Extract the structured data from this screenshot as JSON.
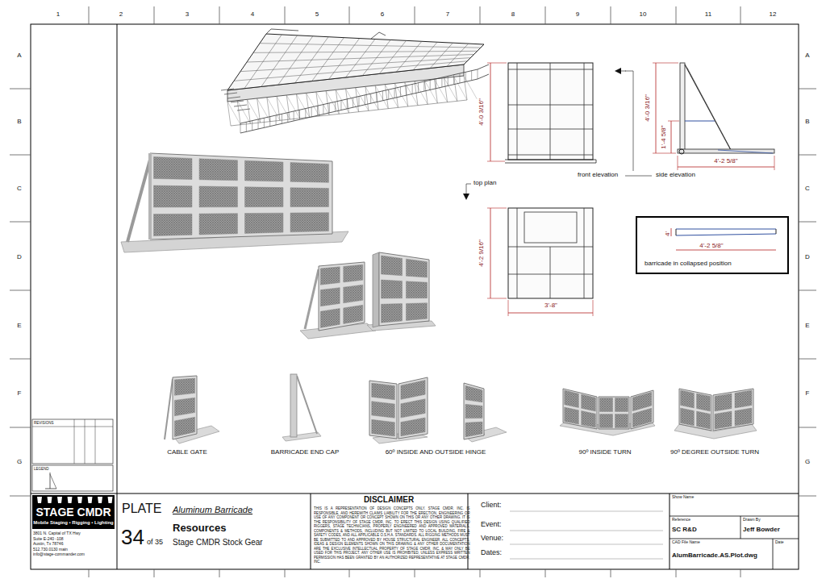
{
  "diagram": {
    "nodes": [
      {
        "text": [
          "4'",
          "4'-2 5/8\"",
          "barricade in collapsed position"
        ]
      }
    ],
    "labels": [
      "1",
      "2",
      "3",
      "4",
      "5",
      "6",
      "7",
      "8",
      "9",
      "10",
      "11",
      "12",
      "A",
      "B",
      "C",
      "D",
      "E",
      "F",
      "G",
      "A",
      "B",
      "C",
      "D",
      "E",
      "F",
      "G",
      "4'-0 3/16\"",
      "front elevation",
      "4'-0 3/16\"",
      "1'-4 5/8\"",
      "4'-2 5/8\"",
      "side elevation",
      "top plan",
      "4'-2 9/16\"",
      "3'-8\"",
      "CABLE GATE",
      "BARRICADE END CAP",
      "60º INSIDE AND OUTSIDE HINGE",
      "90º INSIDE TURN",
      "90º DEGREE OUTSIDE TURN",
      "REVISIONS",
      "LEGEND",
      "STAGE CMDR",
      "Mobile Staging • Rigging • Lighting",
      "3801 N. Capital of TX Hwy",
      "Suite E-240 -108",
      "Austin, Tx 78746",
      "512.730.0130 main",
      "info@stage-commander.com",
      "PLATE",
      "Aluminum Barricade",
      "34",
      "of 35",
      "Resources",
      "Stage CMDR Stock Gear",
      "DISCLAIMER",
      "THIS IS A REPRESENTATION OF DESIGN CONCEPTS ONLY. STAGE CMDR, INC. IS RESPONSIBLE, AND HEREWITH CLAIMS LIABILITY FOR THE ERECTION, ENGINEERING OR USE OF ANY COMPONENT OR CONCEPT SHOWN ON THIS OR ANY OTHER DRAWING. IT IS THE RESPONSIBILITY OF STAGE CMDR, INC. TO ERECT THIS DESIGN USING QUALIFIED RIGGERS, STAGE TECHNICIANS, PROPERLY ENGINEERED AND APPROVED MATERIALS, COMPONENTS & METHODS, INCLUDING BUT NOT LIMITED TO LOCAL BUILDING, FIRE & SAFETY CODES, AND ALL APPLICABLE O.S.H.A. STANDARDS. ALL RIGGING METHODS MUST BE SUBMITTED TO AND APPROVED BY HOUSE STRUCTURAL ENGINEER. ALL CONCEPTS, IDEAS & DESIGN ELEMENTS SHOWN ON THIS DRAWING & ANY OTHER DOCUMENTATION ARE THE EXCLUSIVE INTELLECTUAL PROPERTY OF STAGE CMDR, INC. & MAY ONLY BE USED FOR THIS PROJECT. ANY OTHER USE IS PROHIBITED, UNLESS EXPRESS WRITTEN PERMISSION HAS BEEN GRANTED BY AN AUTHORIZED REPRESENTATIVE AT STAGE CMDR, INC.",
      "Client:",
      "Event:",
      "Venue:",
      "Dates:",
      "Show Name",
      "Reference",
      "Drawn By",
      "SC R&D",
      "Jeff Bowder",
      "CAD File Name",
      "Date",
      "AlumBarricade.AS.Plot.dwg"
    ]
  }
}
